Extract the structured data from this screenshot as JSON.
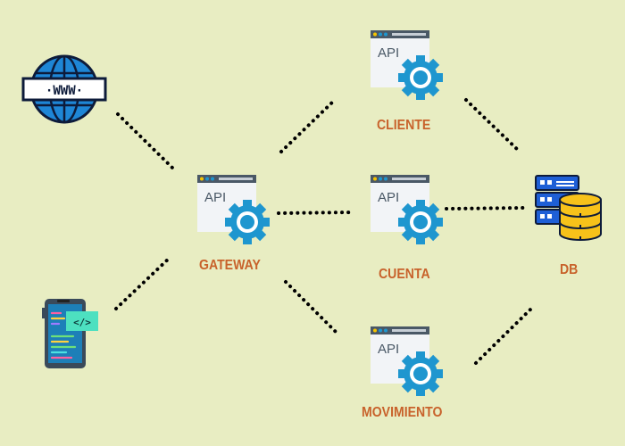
{
  "nodes": {
    "gateway": {
      "icon": "api-gear-window-icon",
      "api_text": "API",
      "label": "GATEWAY"
    },
    "cliente": {
      "icon": "api-gear-window-icon",
      "api_text": "API",
      "label": "CLIENTE"
    },
    "cuenta": {
      "icon": "api-gear-window-icon",
      "api_text": "API",
      "label": "CUENTA"
    },
    "movimiento": {
      "icon": "api-gear-window-icon",
      "api_text": "API",
      "label": "MOVIMIENTO"
    },
    "db": {
      "icon": "server-database-icon",
      "label": "DB"
    },
    "web": {
      "icon": "globe-www-icon",
      "badge_text": "·WWW·"
    },
    "mobile": {
      "icon": "smartphone-code-icon",
      "badge_text": "</>"
    }
  },
  "colors": {
    "background": "#e8edc2",
    "label": "#c8622b",
    "gear": "#1e96cf",
    "window": "#f2f4f7",
    "window_bar": "#4a5866",
    "connector": "#000000"
  }
}
